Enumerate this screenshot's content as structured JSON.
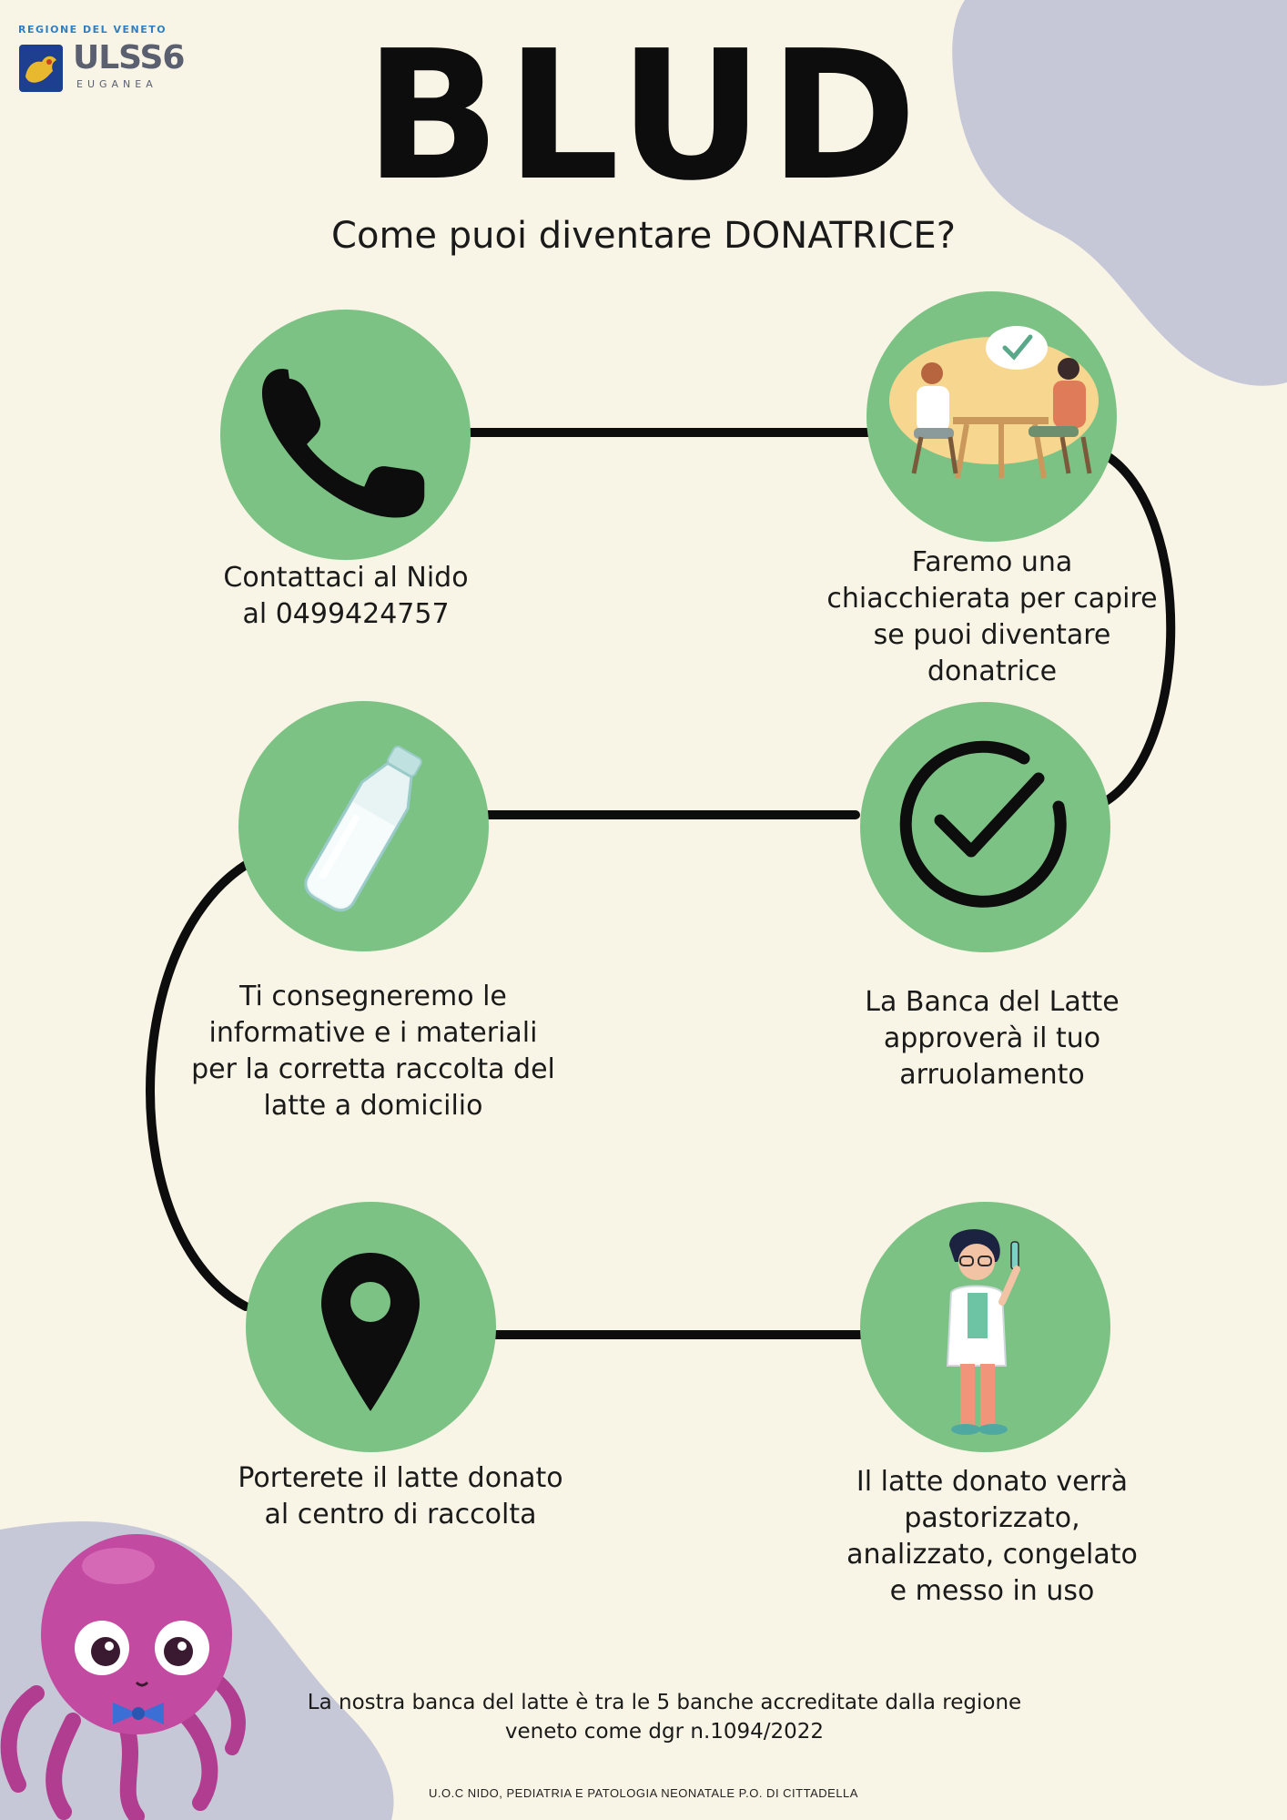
{
  "header": {
    "region_label": "REGIONE DEL VENETO",
    "org_name": "ULSS6",
    "org_subname": "EUGANEA",
    "title": "BLUD",
    "subtitle": "Come puoi diventare DONATRICE?"
  },
  "steps": [
    {
      "icon": "phone-icon",
      "text_lines": [
        "Contattaci al Nido",
        "al 0499424757"
      ]
    },
    {
      "icon": "conversation-illustration-icon",
      "text_lines": [
        "Faremo una",
        "chiacchierata per capire",
        "se puoi diventare",
        "donatrice"
      ]
    },
    {
      "icon": "checkmark-circle-icon",
      "text_lines": [
        "La Banca del Latte",
        "approverà il tuo",
        "arruolamento"
      ]
    },
    {
      "icon": "milk-bottle-icon",
      "text_lines": [
        "Ti consegneremo le",
        "informative e i materiali",
        "per la corretta raccolta del",
        "latte a domicilio"
      ]
    },
    {
      "icon": "location-pin-icon",
      "text_lines": [
        "Porterete il latte donato",
        "al centro di raccolta"
      ]
    },
    {
      "icon": "scientist-illustration-icon",
      "text_lines": [
        "Il latte donato verrà",
        "pastorizzato,",
        "analizzato, congelato",
        "e messo in uso"
      ]
    }
  ],
  "footer": {
    "note_lines": [
      "La nostra banca del latte è tra le 5 banche accreditate dalla regione",
      "veneto come dgr n.1094/2022"
    ],
    "credits": "U.O.C NIDO, PEDIATRIA E PATOLOGIA NEONATALE P.O. DI CITTADELLA"
  },
  "colors": {
    "background": "#f9f5e6",
    "circle_green": "#7dc285",
    "blob_lavender": "#c6c8d8",
    "ink": "#0d0d0d"
  }
}
